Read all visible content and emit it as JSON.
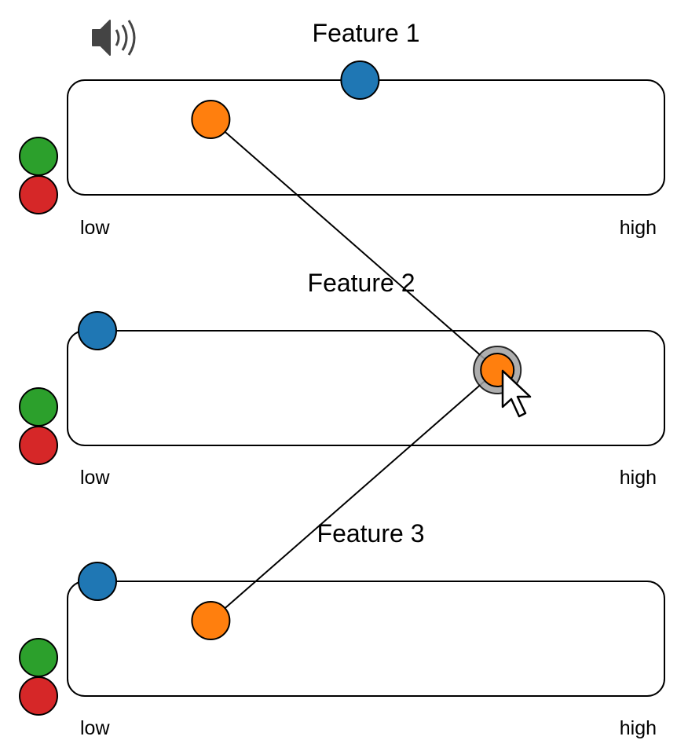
{
  "colors": {
    "blue": "#1f77b4",
    "orange": "#ff7f0e",
    "green": "#2ca02c",
    "red": "#d62728",
    "track_stroke": "#000000",
    "selection_halo": "#a0a0a0"
  },
  "speaker": {
    "icon": "speaker-icon"
  },
  "features": [
    {
      "title": "Feature 1",
      "low_label": "low",
      "high_label": "high",
      "blue_value": 0.49,
      "orange_value": 0.24,
      "orange_offset": "top"
    },
    {
      "title": "Feature 2",
      "low_label": "low",
      "high_label": "high",
      "blue_value": 0.05,
      "orange_value": 0.72,
      "orange_offset": "top",
      "orange_selected": true
    },
    {
      "title": "Feature 3",
      "low_label": "low",
      "high_label": "high",
      "blue_value": 0.05,
      "orange_value": 0.24,
      "orange_offset": "top"
    }
  ],
  "cursor": {
    "icon": "pointer-cursor-icon"
  }
}
